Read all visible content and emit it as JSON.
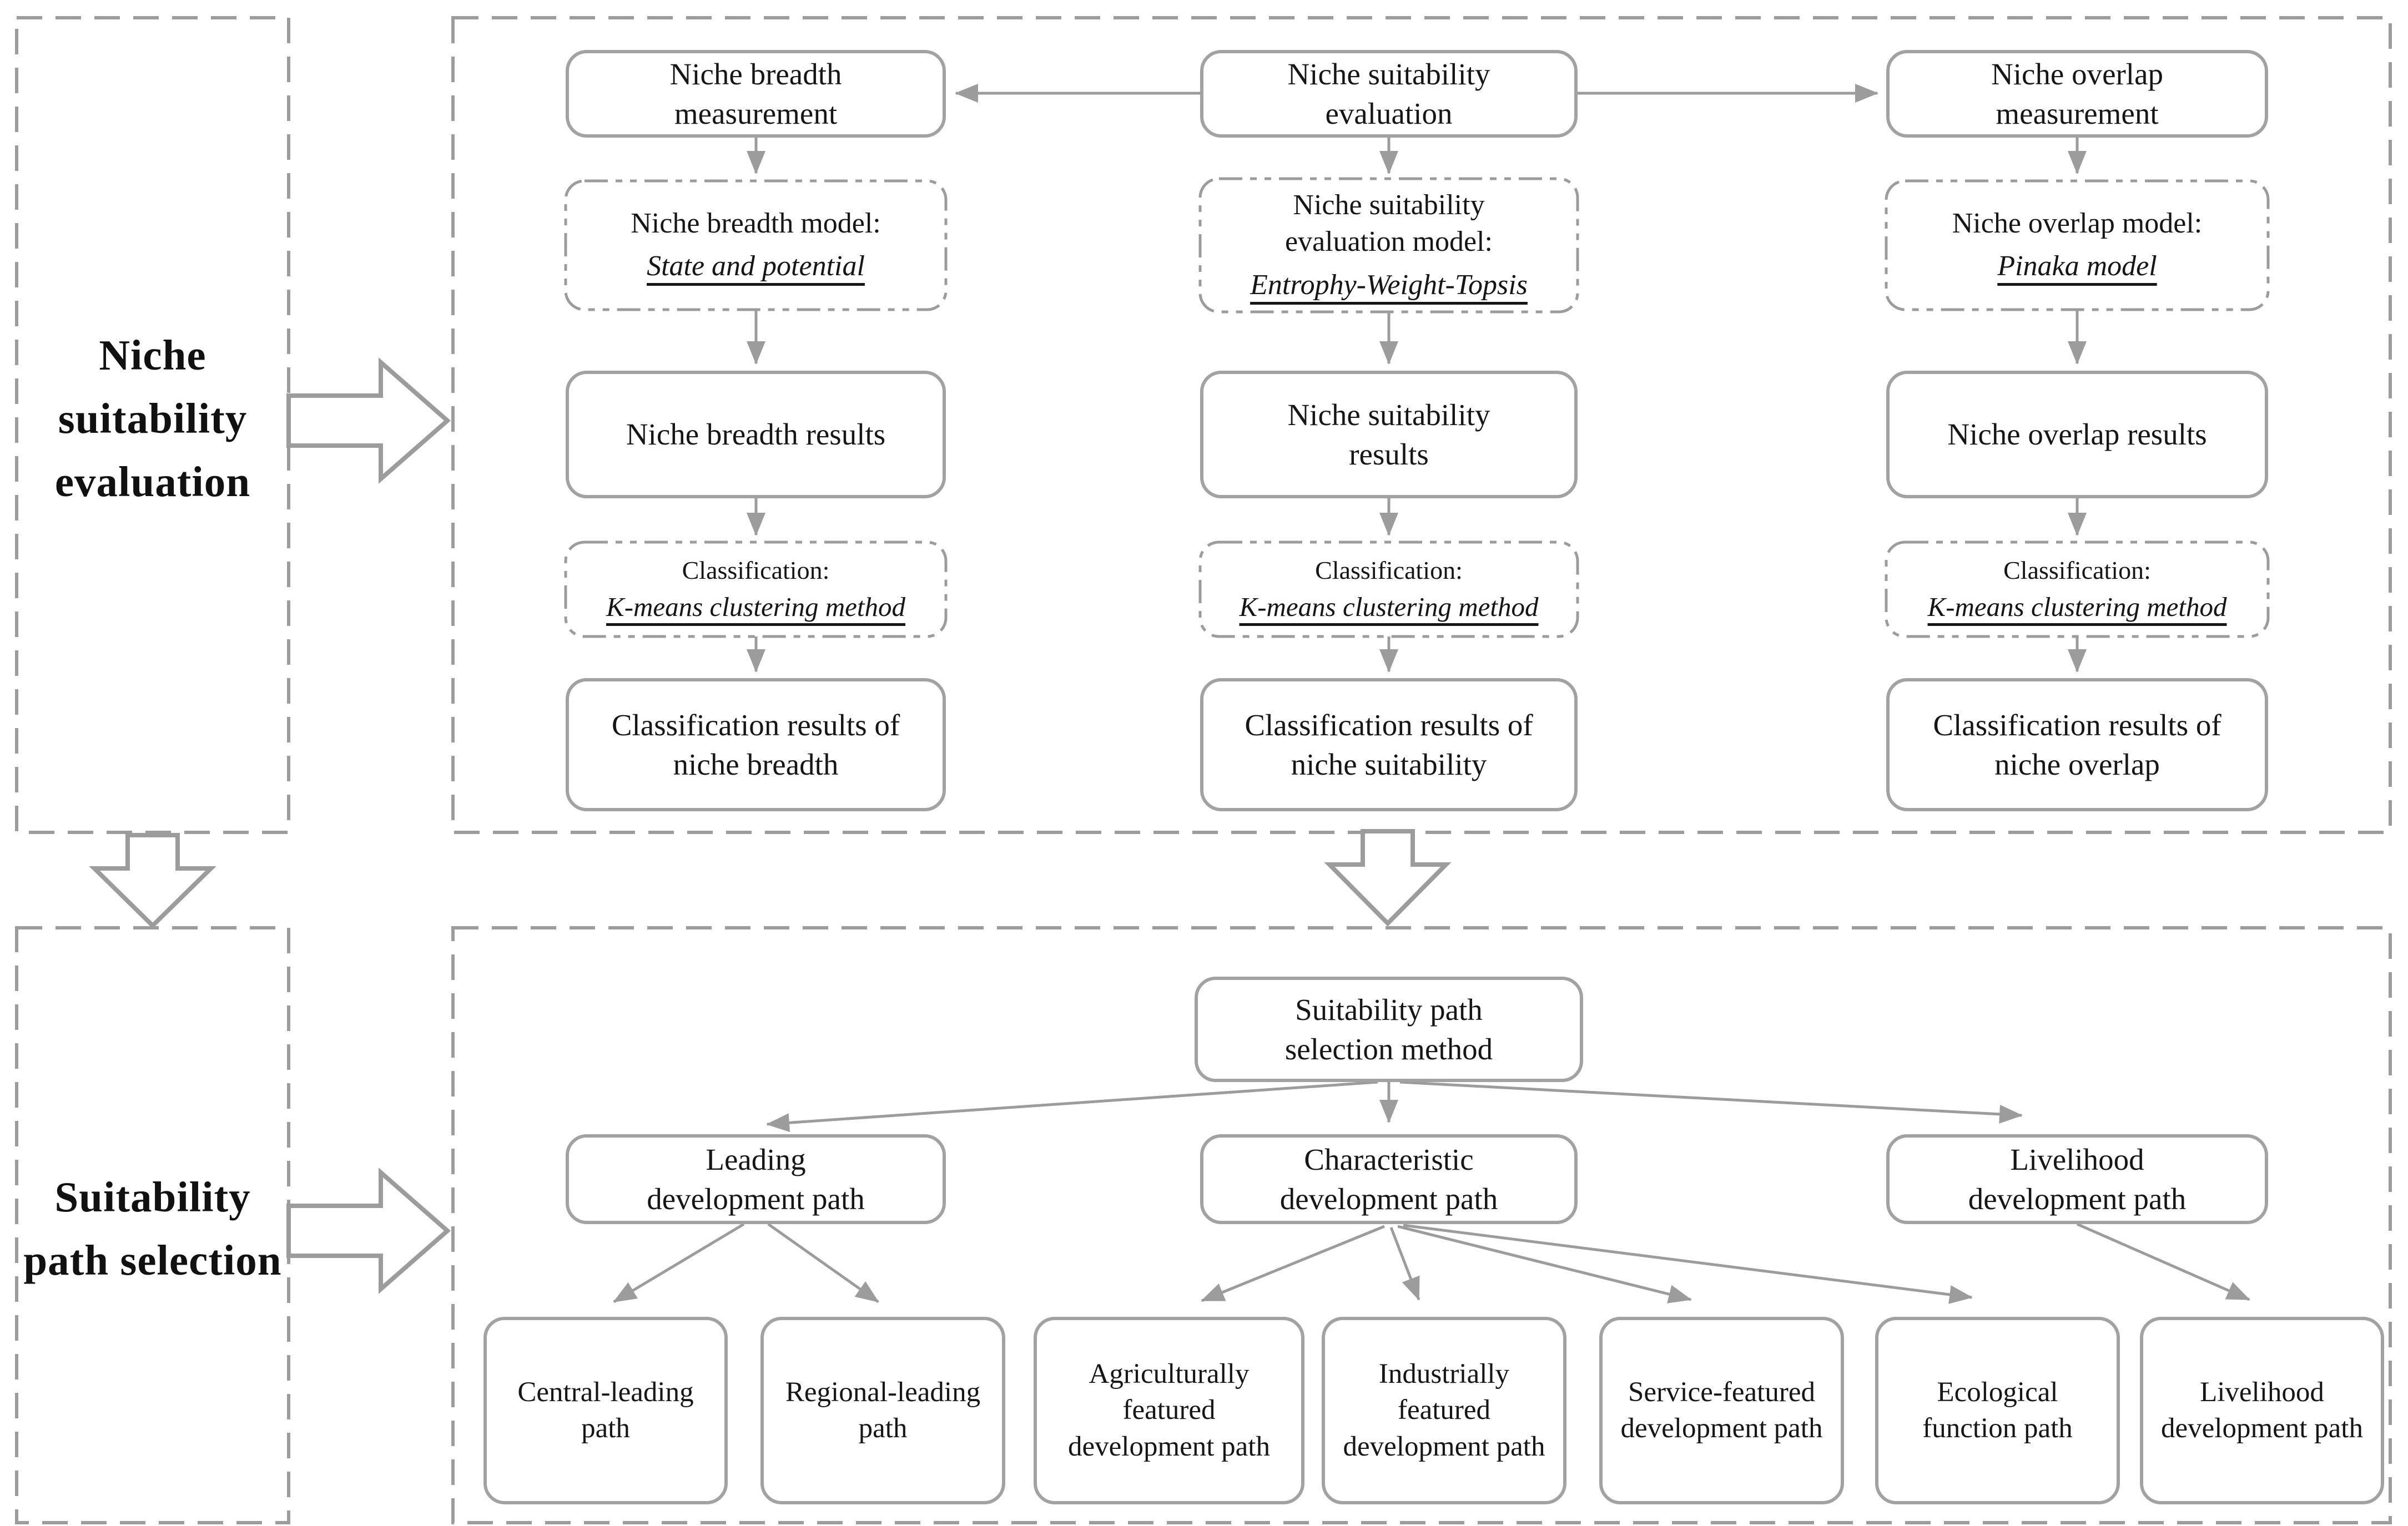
{
  "stage1": {
    "label": "Niche suitability evaluation",
    "col_breadth": {
      "top": "Niche breadth measurement",
      "model_title": "Niche breadth model:",
      "model_method": "State and potential",
      "results": "Niche breadth results",
      "class_title": "Classification:",
      "class_method": "K-means clustering method",
      "class_results": "Classification results of niche breadth"
    },
    "col_suitability": {
      "top": "Niche suitability evaluation",
      "model_title": "Niche suitability evaluation model:",
      "model_method": "Entrophy-Weight-Topsis",
      "results": "Niche suitability results",
      "class_title": "Classification:",
      "class_method": "K-means clustering method",
      "class_results": "Classification results of niche suitability"
    },
    "col_overlap": {
      "top": "Niche overlap measurement",
      "model_title": "Niche overlap model:",
      "model_method": "Pinaka model",
      "results": "Niche overlap results",
      "class_title": "Classification:",
      "class_method": "K-means clustering method",
      "class_results": "Classification results of niche overlap"
    }
  },
  "stage2": {
    "label": "Suitability path selection",
    "method": "Suitability path selection method",
    "branch_leading": "Leading development path",
    "branch_characteristic": "Characteristic development path",
    "branch_livelihood": "Livelihood development path",
    "path_central": "Central-leading path",
    "path_regional": "Regional-leading path",
    "path_agricultural": "Agriculturally featured development path",
    "path_industrial": "Industrially featured development path",
    "path_service": "Service-featured development path",
    "path_ecological": "Ecological function path",
    "path_livelihood": "Livelihood development path"
  },
  "colors": {
    "stroke": "#9c9c9c",
    "box_border": "#a2a2a2",
    "text": "#161616"
  }
}
